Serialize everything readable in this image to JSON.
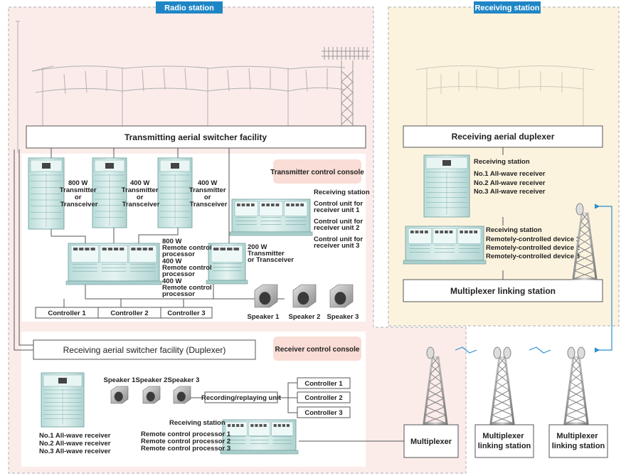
{
  "regions": {
    "radio_station": "Radio station",
    "receiving_station": "Receiving station"
  },
  "boxes": {
    "transmitting_aerial_switcher": "Transmitting aerial switcher facility",
    "receiving_aerial_switcher": "Receiving aerial switcher facility (Duplexer)",
    "receiving_aerial_duplexer": "Receiving aerial duplexer",
    "multiplexer_linking_station_top": "Multiplexer linking station",
    "multiplexer": "Multiplexer",
    "multiplexer_linking_station_1": [
      "Multiplexer",
      "linking station"
    ],
    "multiplexer_linking_station_2": [
      "Multiplexer",
      "linking station"
    ]
  },
  "consoles": {
    "transmitter_control_console": "Transmitter control console",
    "receiver_control_console": "Receiver control console"
  },
  "transmitters": [
    {
      "lines": [
        "800 W",
        "Transmitter",
        "or",
        "Transceiver"
      ]
    },
    {
      "lines": [
        "400 W",
        "Transmitter",
        "or",
        "Transceiver"
      ]
    },
    {
      "lines": [
        "400 W",
        "Transmitter",
        "or",
        "Transceiver"
      ]
    }
  ],
  "processor_labels": [
    [
      "800 W",
      "Remote control",
      "processor"
    ],
    [
      "400 W",
      "Remote control",
      "processor"
    ],
    [
      "400 W",
      "Remote control",
      "processor"
    ]
  ],
  "transmitter_200w": [
    "200 W",
    "Transmitter",
    "or Transceiver"
  ],
  "tx_controllers": [
    "Controller 1",
    "Controller 2",
    "Controller 3"
  ],
  "tx_speakers": [
    "Speaker 1",
    "Speaker 2",
    "Speaker 3"
  ],
  "receiving_station_units": {
    "title": "Receiving station",
    "items": [
      [
        "Control unit for",
        "receiver unit 1"
      ],
      [
        "Control unit for",
        "receiver unit 2"
      ],
      [
        "Control unit for",
        "receiver unit 3"
      ]
    ]
  },
  "rx_speakers": [
    "Speaker 1",
    "Speaker 2",
    "Speaker 3"
  ],
  "recording_unit": "Recording/replaying unit",
  "rx_controllers": [
    "Controller 1",
    "Controller 2",
    "Controller 3"
  ],
  "rx_receivers": [
    "No.1 All-wave receiver",
    "No.2 All-wave receiver",
    "No.3 All-wave receiver"
  ],
  "rx_processors": {
    "title": "Receiving station",
    "items": [
      "Remote control processor 1",
      "Remote control processor 2",
      "Remote control processor 3"
    ]
  },
  "right_receivers": {
    "title": "Receiving station",
    "items": [
      "No.1 All-wave receiver",
      "No.2 All-wave receiver",
      "No.3 All-wave receiver"
    ]
  },
  "right_devices": {
    "title": "Receiving station",
    "items": [
      "Remotely-controlled device 1",
      "Remotely-controlled device 2",
      "Remotely-controlled device 3"
    ]
  },
  "colors": {
    "radio_bg": "#fbecea",
    "receiving_bg": "#fcf3df",
    "console_pill": "#f9ddd6",
    "tag_blue": "#1f86c6",
    "equipment": "#cfe8e6",
    "line_blue": "#2a8fd0"
  }
}
